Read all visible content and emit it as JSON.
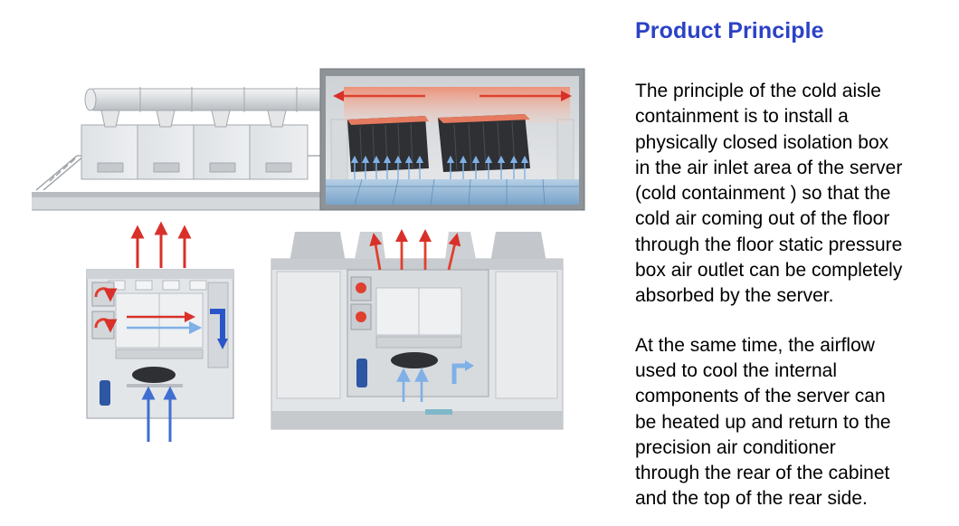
{
  "heading": {
    "title": "Product Principle"
  },
  "paragraphs": [
    "The principle of the cold aisle\ncontainment is to install a\nphysically closed isolation box\nin the air inlet area of the server\n(cold containment ) so that the\ncold air coming out of the floor\nthrough the floor static pressure\nbox air outlet can be completely\nabsorbed by the server.",
    " At the same time, the airflow\nused to cool the internal\ncomponents of the server can\nbe heated up and return to the\nprecision air conditioner\nthrough the rear of the cabinet\nand the top of the rear side."
  ],
  "images": [
    {
      "name": "data-center-overview-render",
      "description_icon": "building-cutaway-icon"
    },
    {
      "name": "air-conditioner-unit-section",
      "description_icon": "airflow-unit-icon"
    },
    {
      "name": "rooftop-unit-section",
      "description_icon": "airflow-unit-icon"
    }
  ],
  "colors": {
    "title": "#2b42c6",
    "hot_air": "#e0302a",
    "cold_air": "#4a7fd6",
    "unit_body": "#e6e8ea",
    "rack_dark": "#2a2c30"
  }
}
